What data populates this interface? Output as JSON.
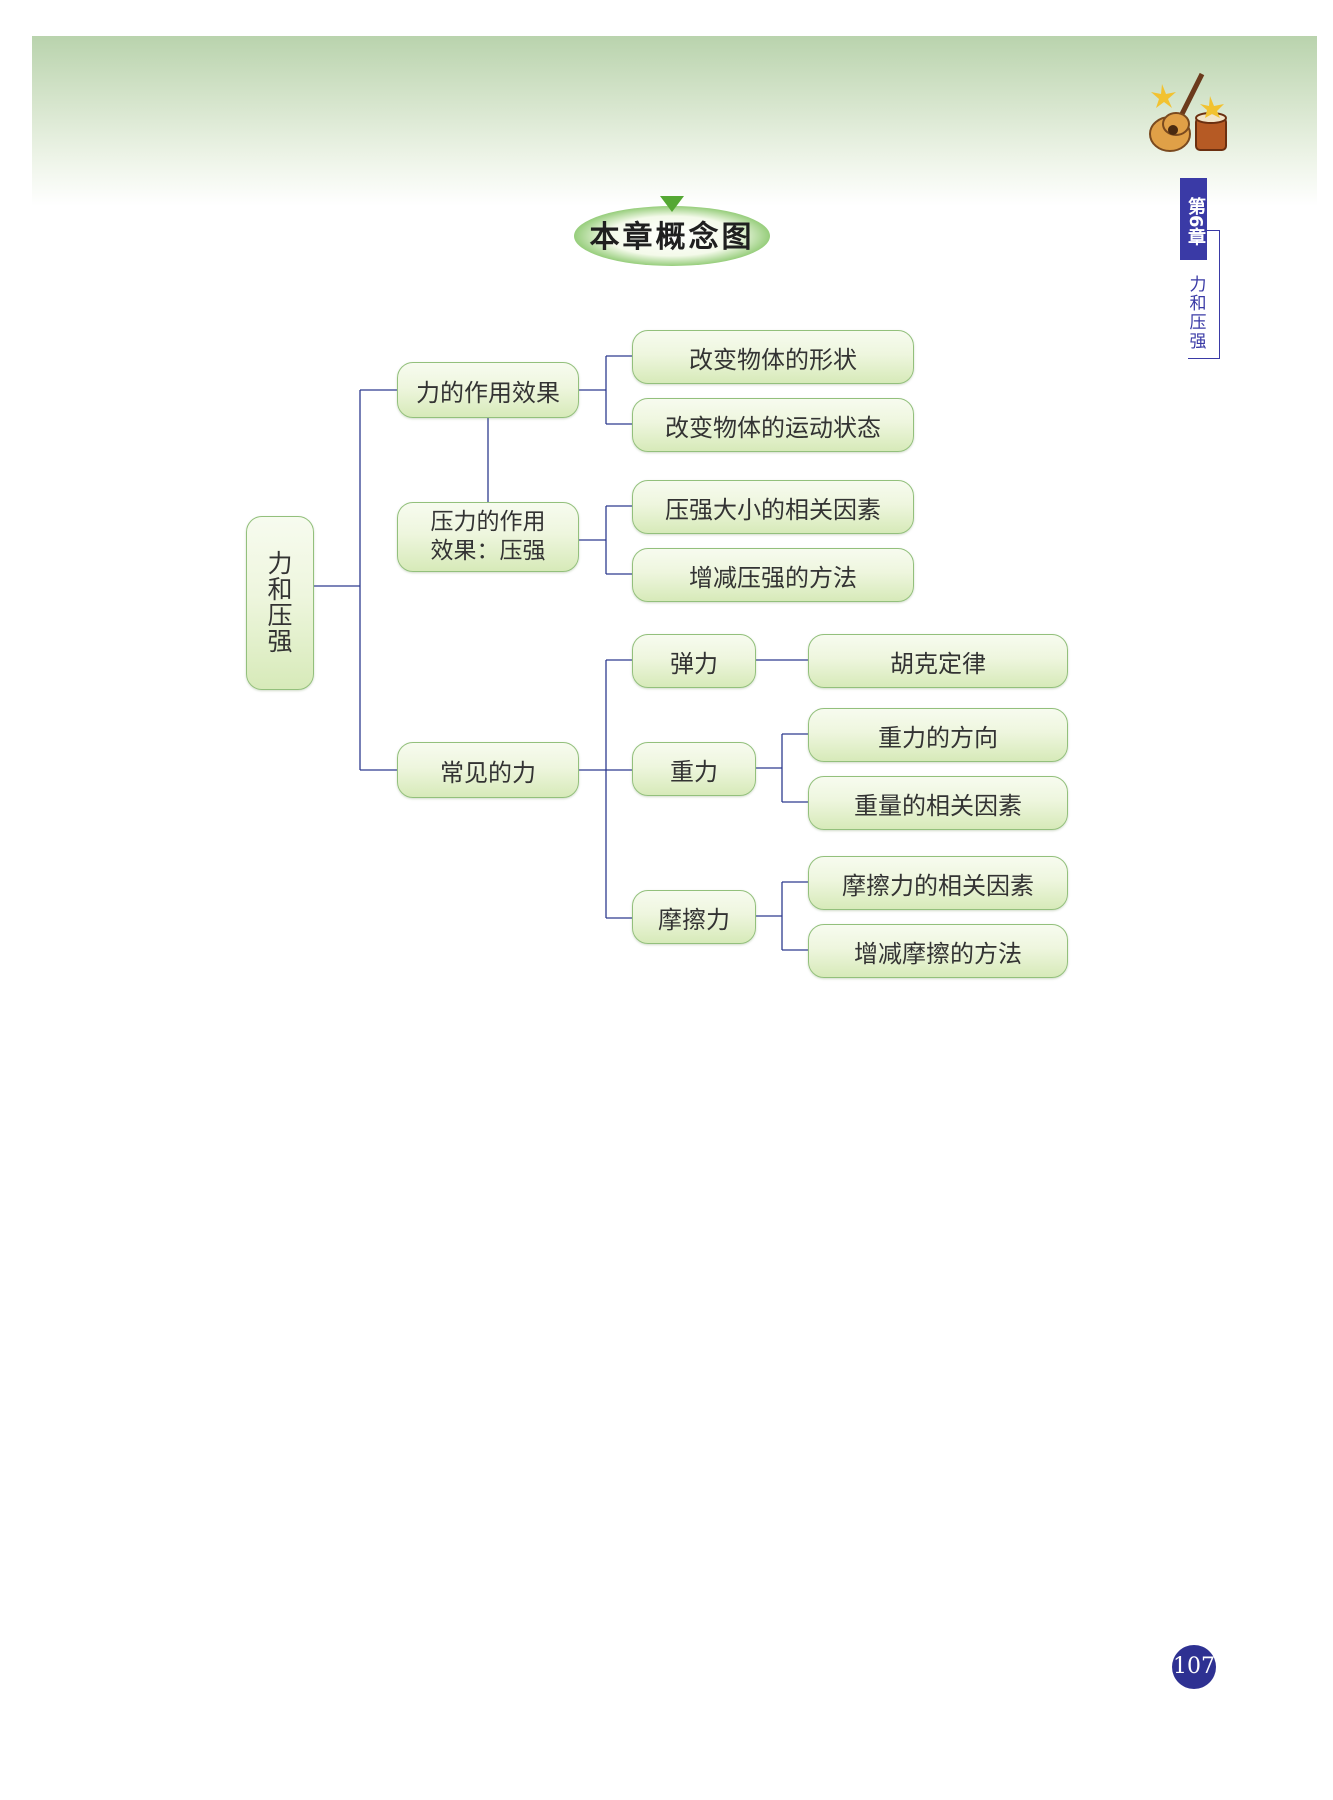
{
  "header": {
    "title": "本章概念图",
    "chapter_tab": "第6章",
    "chapter_name": "力和压强",
    "page_number": "107"
  },
  "colors": {
    "node_border": "#93c07c",
    "node_fill_top": "#f7fbef",
    "node_fill_bottom": "#d7eab9",
    "connector": "#2e3b8f",
    "tab": "#3a3aa6"
  },
  "concept_map": {
    "root": "力和压强",
    "branches": [
      {
        "label": "力的作用效果",
        "children": [
          "改变物体的形状",
          "改变物体的运动状态"
        ]
      },
      {
        "label": "压力的作用\n效果：压强",
        "children": [
          "压强大小的相关因素",
          "增减压强的方法"
        ]
      },
      {
        "label": "常见的力",
        "children": [
          {
            "label": "弹力",
            "children": [
              "胡克定律"
            ]
          },
          {
            "label": "重力",
            "children": [
              "重力的方向",
              "重量的相关因素"
            ]
          },
          {
            "label": "摩擦力",
            "children": [
              "摩擦力的相关因素",
              "增减摩擦的方法"
            ]
          }
        ]
      }
    ]
  }
}
